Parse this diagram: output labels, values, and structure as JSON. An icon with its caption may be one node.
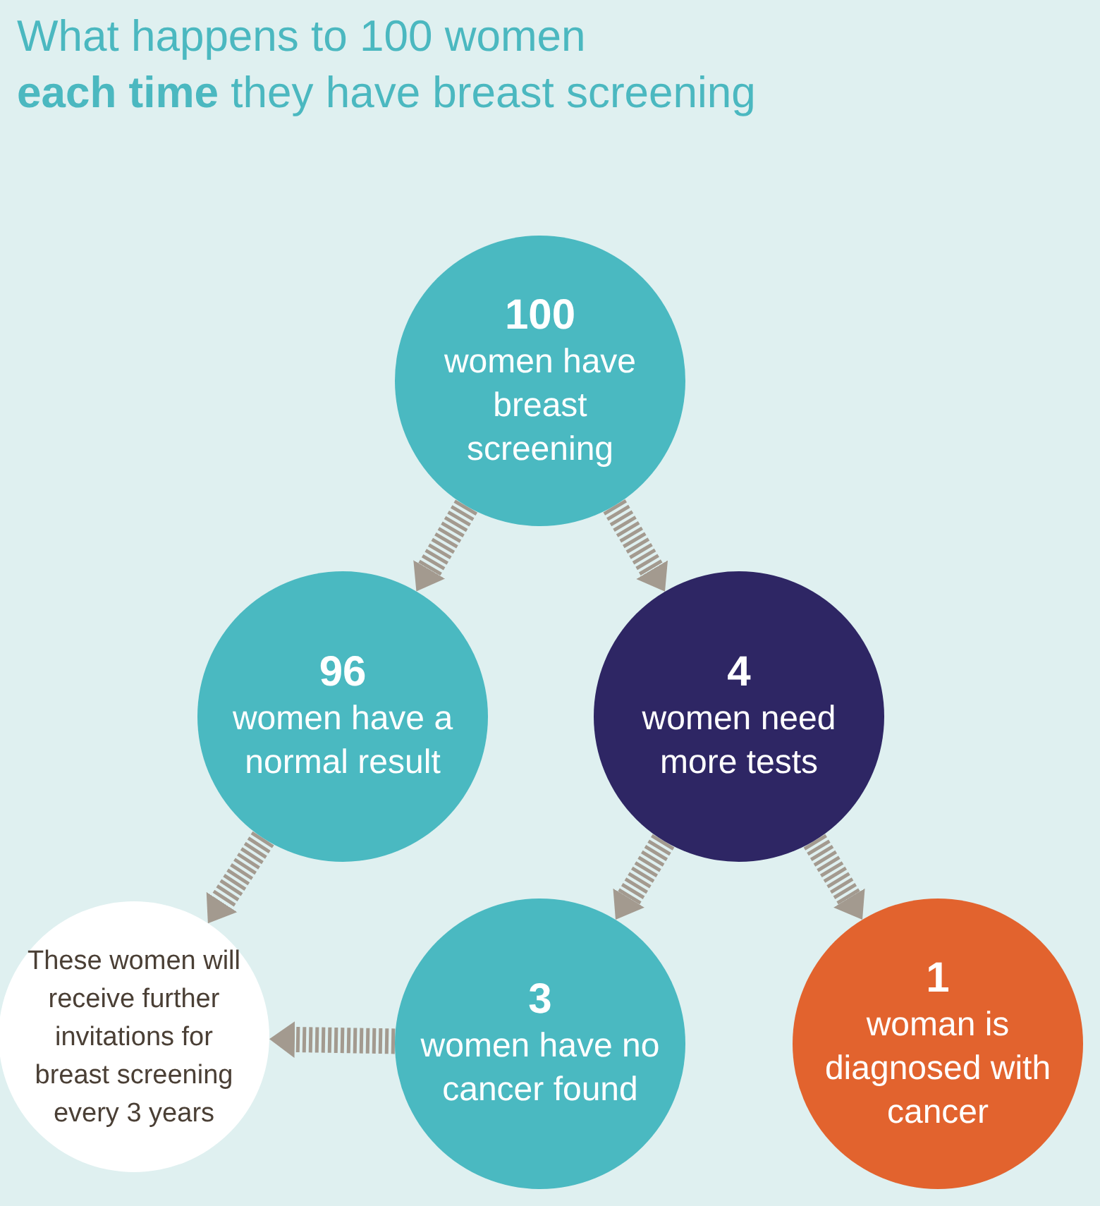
{
  "diagram": {
    "title": "What happens to 100 women **each time** they have breast screening",
    "nodes": [
      {
        "text": [
          "100",
          "women have breast screening"
        ]
      },
      {
        "text": [
          "96",
          "women have a normal result"
        ]
      },
      {
        "text": [
          "4",
          "women need more tests"
        ]
      },
      {
        "text": [
          "These women will receive further invitations for breast screening every 3 years"
        ]
      },
      {
        "text": [
          "3",
          "women have no cancer found"
        ]
      },
      {
        "text": [
          "1",
          "woman is diagnosed with cancer"
        ]
      }
    ],
    "edges": [
      {
        "from": 0,
        "to": 1,
        "arrow": "to"
      },
      {
        "from": 0,
        "to": 2,
        "arrow": "to"
      },
      {
        "from": 1,
        "to": 3,
        "arrow": "to"
      },
      {
        "from": 2,
        "to": 4,
        "arrow": "to"
      },
      {
        "from": 2,
        "to": 5,
        "arrow": "to"
      },
      {
        "from": 4,
        "to": 3,
        "arrow": "to"
      }
    ]
  }
}
